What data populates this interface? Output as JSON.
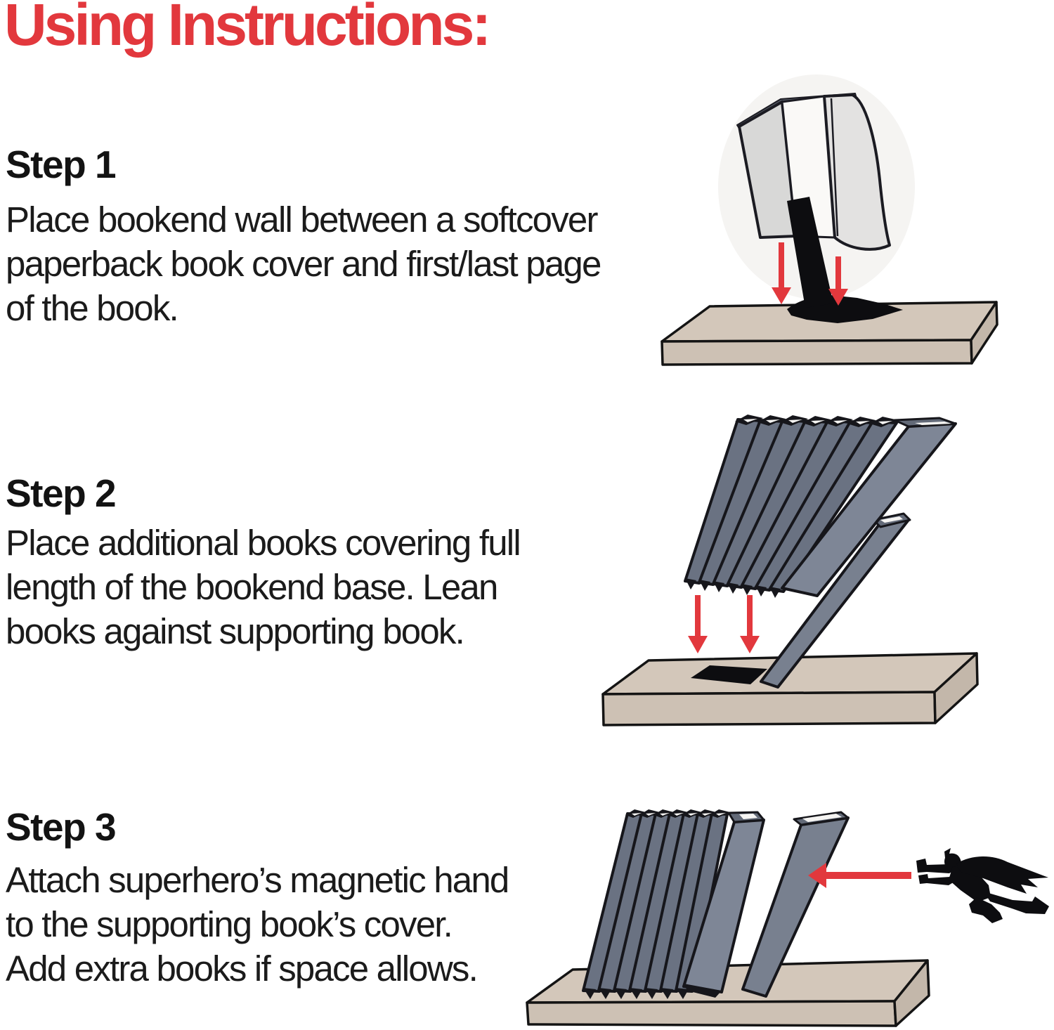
{
  "title": {
    "text": "Using Instructions:"
  },
  "steps": [
    {
      "heading": "Step 1",
      "lines": [
        "Place bookend wall between a softcover",
        "paperback book cover and first/last page",
        "of the book."
      ],
      "illustration": "bookend-wall-inserted-into-book"
    },
    {
      "heading": "Step 2",
      "lines": [
        "Place additional books covering full",
        "length of the bookend base. Lean",
        "books against supporting book."
      ],
      "illustration": "books-covering-bookend-base"
    },
    {
      "heading": "Step 3",
      "lines": [
        "Attach superhero’s magnetic hand",
        "to the supporting book’s cover.",
        "Add extra books if space allows."
      ],
      "illustration": "superhero-magnetic-hand-attach"
    }
  ],
  "colors": {
    "accent_red": "#E2383D",
    "text_black": "#1B1B1B",
    "heading_black": "#131313",
    "book_slate": "#6A7282",
    "book_cover_light": "#7E8696",
    "supporting_book": "#78808F",
    "book_top_face": "#636A78",
    "page_white": "#F5F4F2",
    "shelf_top": "#D3C7BA",
    "shelf_front": "#CDC1B4",
    "shelf_side": "#C3B7AA",
    "outline": "#16161B",
    "bookend_black": "#0D0D10",
    "softcover_gray": "#D8D8D7"
  }
}
